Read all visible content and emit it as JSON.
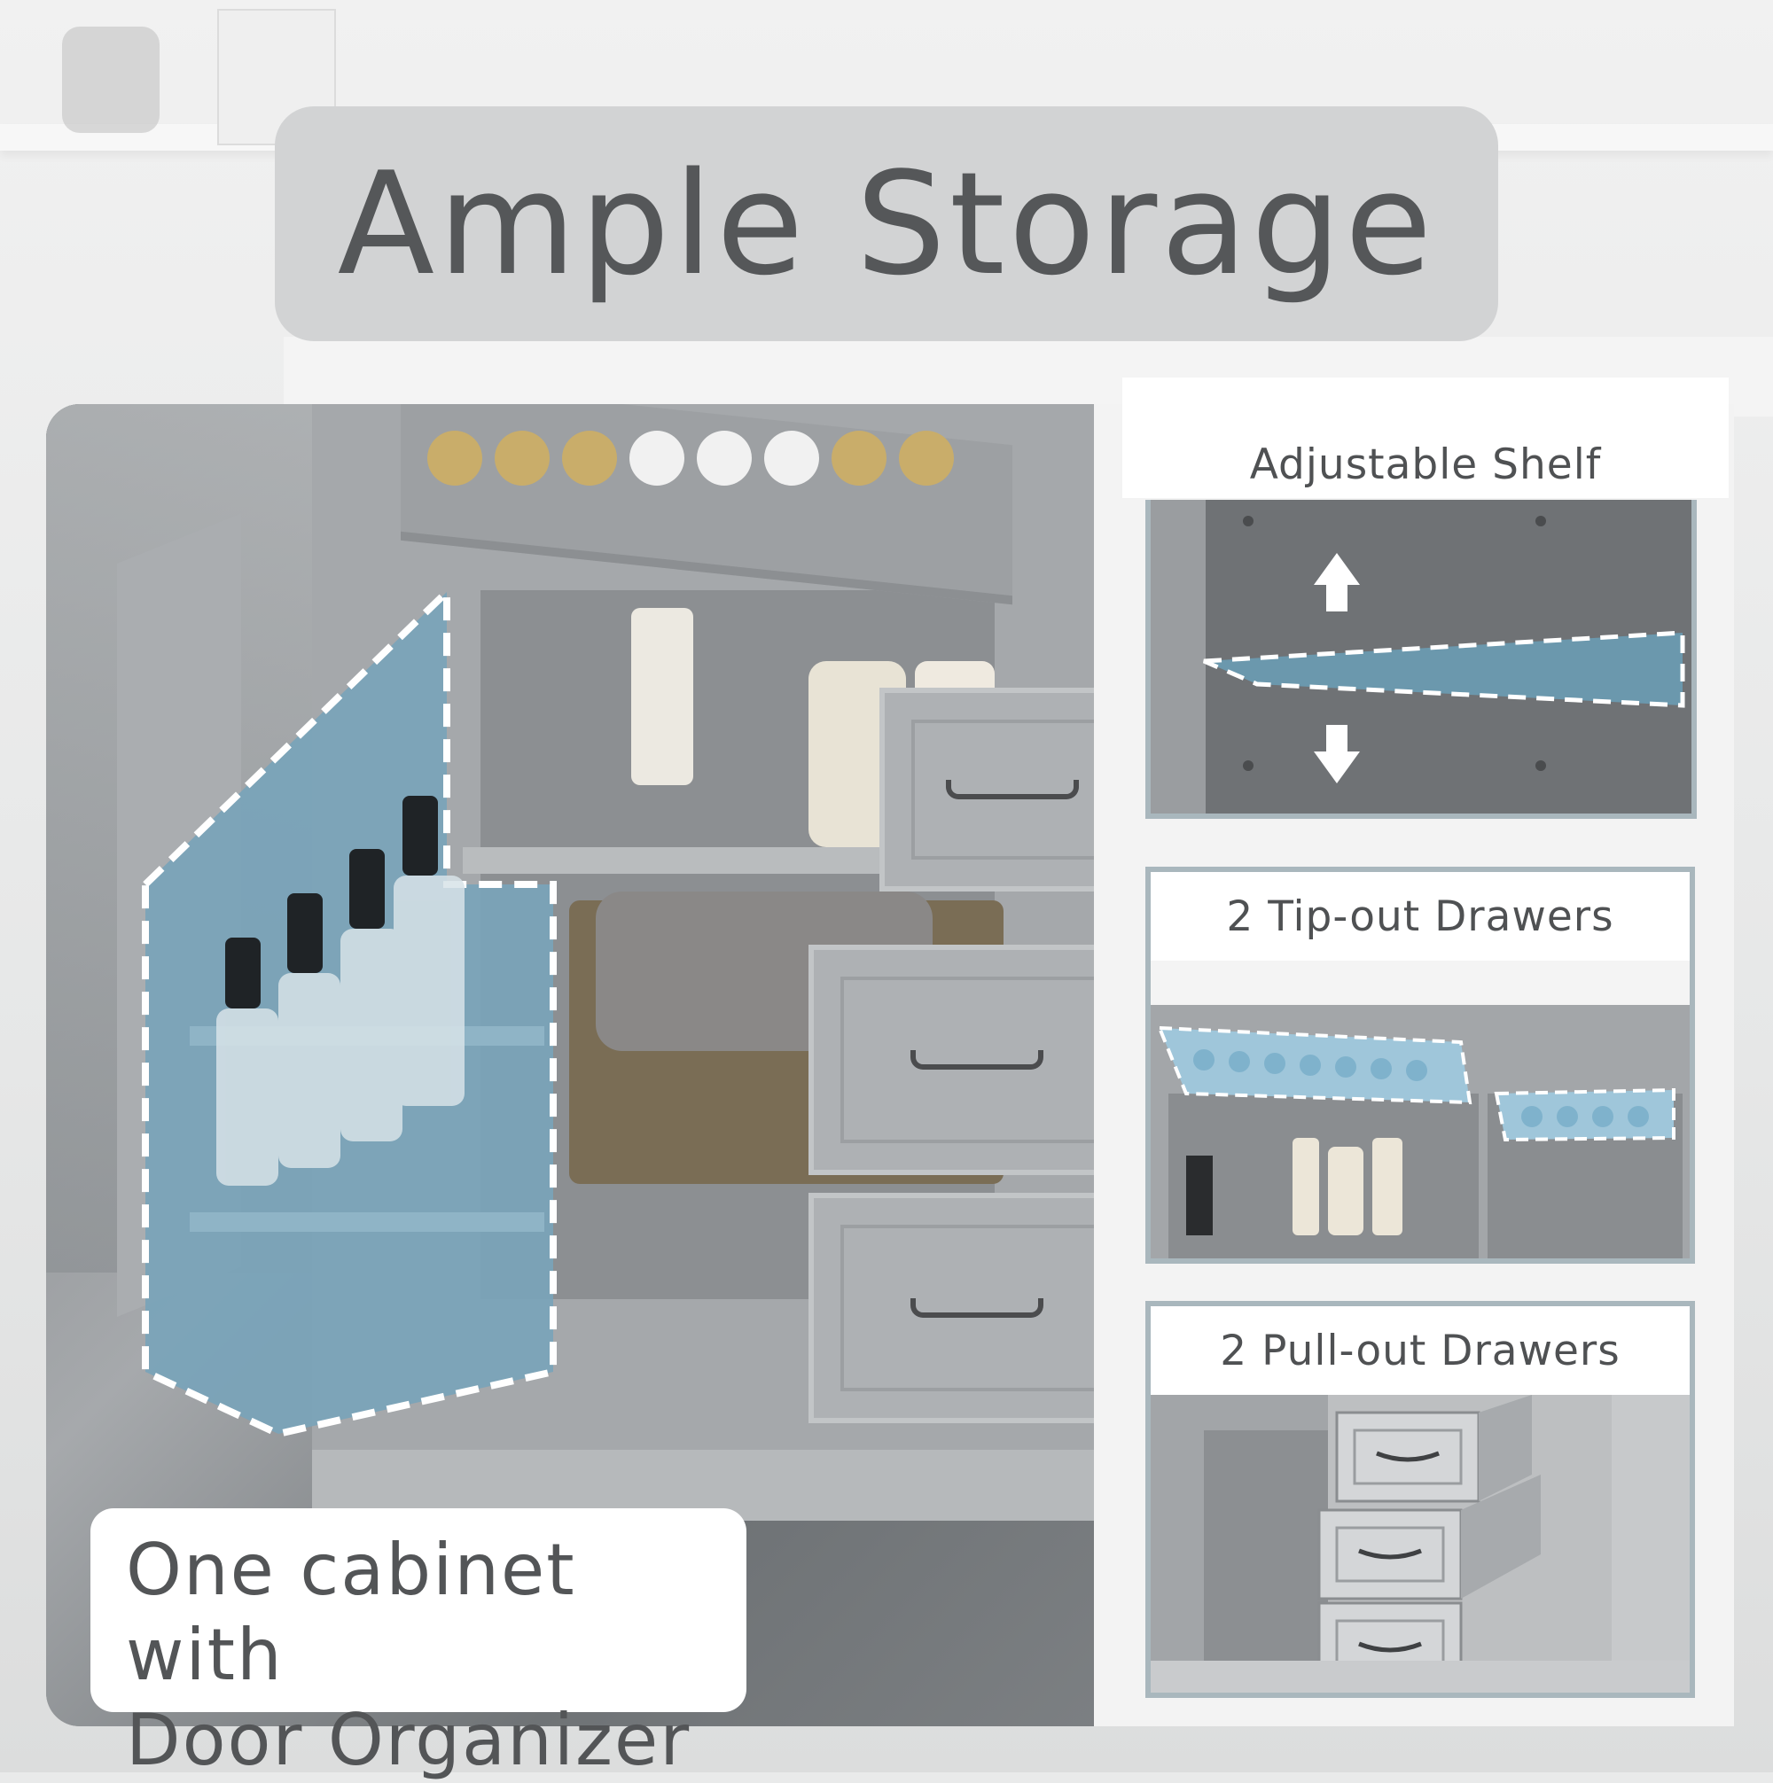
{
  "title": "Ample Storage",
  "panels": [
    {
      "label": "Adjustable Shelf"
    },
    {
      "label": "2 Tip-out Drawers"
    },
    {
      "label": "2 Pull-out Drawers"
    }
  ],
  "caption": {
    "line1": "One cabinet with",
    "line2": "Door Organizer"
  },
  "colors": {
    "highlight_blue": "#7aa3b8",
    "dashed_outline": "#ffffff",
    "panel_border": "#a9b7bd",
    "title_background": "#d2d3d4",
    "text_gray": "#555759"
  }
}
